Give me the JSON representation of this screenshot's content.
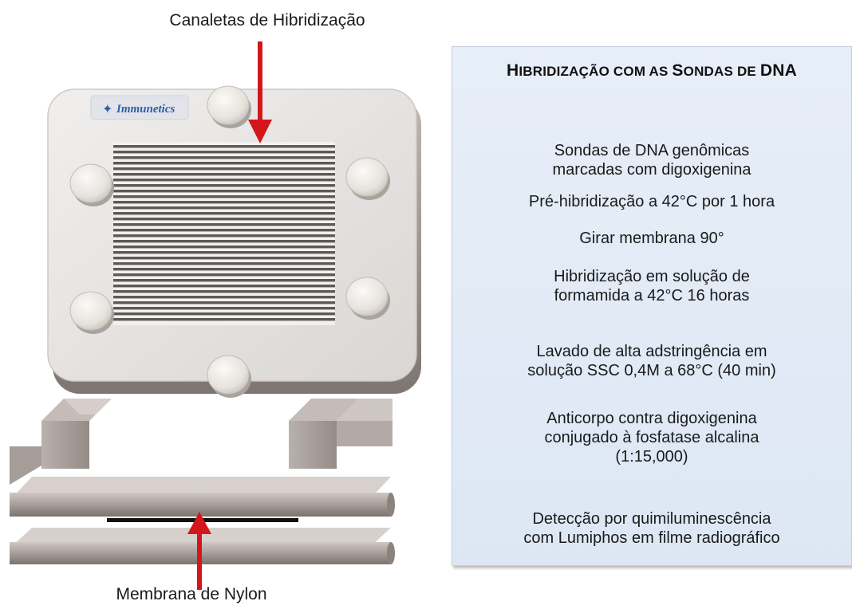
{
  "labels": {
    "top": "Canaletas de Hibridização",
    "bottom": "Membrana de Nylon",
    "device_brand": "Immunetics"
  },
  "panel": {
    "title_parts": [
      "H",
      "IBRIDIZAÇÃO COM AS ",
      "S",
      "ONDAS DE ",
      "DNA"
    ],
    "steps": [
      "Sondas de DNA genômicas\nmarcadas com digoxigenina",
      "Pré-hibridização a 42°C por 1 hora",
      "Girar membrana 90°",
      "Hibridização em solução de\nformamida a 42°C 16 horas",
      "Lavado de alta adstringência em\nsolução SSC 0,4M a 68°C (40 min)",
      "Anticorpo contra digoxigenina\nconjugado à fosfatase alcalina\n(1:15,000)",
      "Detecção por quimiluminescência\ncom Lumiphos em filme radiográfico"
    ]
  },
  "colors": {
    "arrow": "#d3161b",
    "panel_bg": "#e3ebf6",
    "device_frame": "#e7e5e4",
    "rail": "#9a8f8b"
  }
}
